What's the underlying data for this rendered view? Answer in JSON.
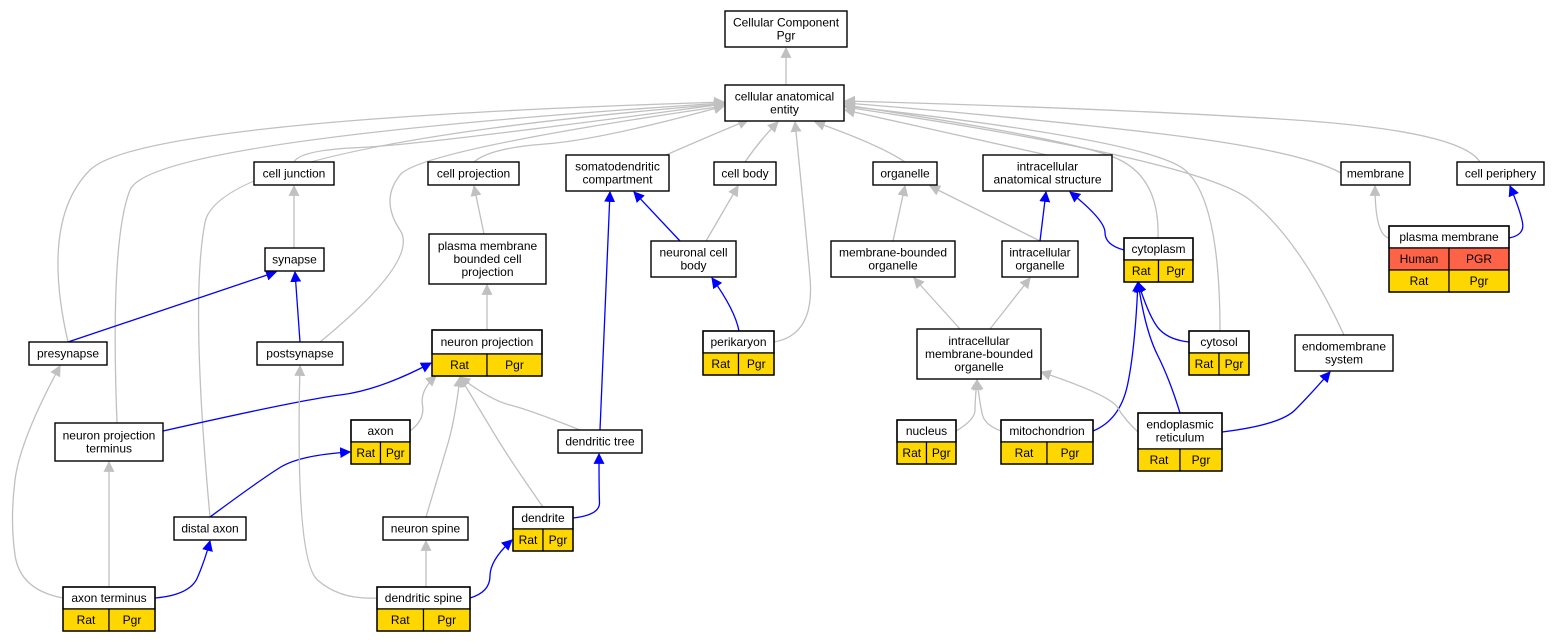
{
  "colors": {
    "gray_edge": "#c0c0c0",
    "blue_edge": "#0000ff",
    "rat": "#ffd700",
    "human": "#ff6347",
    "node_border": "#000000",
    "node_fill": "#ffffff"
  },
  "nodes": {
    "cc_root": {
      "lines": [
        "Cellular Component",
        "Pgr"
      ]
    },
    "cae": {
      "lines": [
        "cellular anatomical",
        "entity"
      ]
    },
    "cell_junction": {
      "lines": [
        "cell junction"
      ]
    },
    "cell_projection": {
      "lines": [
        "cell projection"
      ]
    },
    "somatodendritic": {
      "lines": [
        "somatodendritic",
        "compartment"
      ]
    },
    "cell_body": {
      "lines": [
        "cell body"
      ]
    },
    "organelle": {
      "lines": [
        "organelle"
      ]
    },
    "ias": {
      "lines": [
        "intracellular",
        "anatomical structure"
      ]
    },
    "membrane": {
      "lines": [
        "membrane"
      ]
    },
    "cell_periphery": {
      "lines": [
        "cell periphery"
      ]
    },
    "synapse": {
      "lines": [
        "synapse"
      ]
    },
    "pmbcp": {
      "lines": [
        "plasma membrane",
        "bounded cell",
        "projection"
      ]
    },
    "neuronal_cell_body": {
      "lines": [
        "neuronal cell",
        "body"
      ]
    },
    "mbo": {
      "lines": [
        "membrane-bounded",
        "organelle"
      ]
    },
    "intra_organelle": {
      "lines": [
        "intracellular",
        "organelle"
      ]
    },
    "cytoplasm": {
      "lines": [
        "cytoplasm"
      ],
      "annot": [
        [
          "Rat",
          "Pgr"
        ]
      ]
    },
    "plasma_membrane": {
      "lines": [
        "plasma membrane"
      ],
      "annot": [
        [
          "Human",
          "PGR"
        ],
        [
          "Rat",
          "Pgr"
        ]
      ]
    },
    "presynapse": {
      "lines": [
        "presynapse"
      ]
    },
    "postsynapse": {
      "lines": [
        "postsynapse"
      ]
    },
    "neuron_projection": {
      "lines": [
        "neuron projection"
      ],
      "annot": [
        [
          "Rat",
          "Pgr"
        ]
      ]
    },
    "perikaryon": {
      "lines": [
        "perikaryon"
      ],
      "annot": [
        [
          "Rat",
          "Pgr"
        ]
      ]
    },
    "imbo": {
      "lines": [
        "intracellular",
        "membrane-bounded",
        "organelle"
      ]
    },
    "cytosol": {
      "lines": [
        "cytosol"
      ],
      "annot": [
        [
          "Rat",
          "Pgr"
        ]
      ]
    },
    "endomembrane": {
      "lines": [
        "endomembrane",
        "system"
      ]
    },
    "npt": {
      "lines": [
        "neuron projection",
        "terminus"
      ]
    },
    "axon": {
      "lines": [
        "axon"
      ],
      "annot": [
        [
          "Rat",
          "Pgr"
        ]
      ]
    },
    "dendritic_tree": {
      "lines": [
        "dendritic tree"
      ]
    },
    "nucleus": {
      "lines": [
        "nucleus"
      ],
      "annot": [
        [
          "Rat",
          "Pgr"
        ]
      ]
    },
    "mitochondrion": {
      "lines": [
        "mitochondrion"
      ],
      "annot": [
        [
          "Rat",
          "Pgr"
        ]
      ]
    },
    "er": {
      "lines": [
        "endoplasmic",
        "reticulum"
      ],
      "annot": [
        [
          "Rat",
          "Pgr"
        ]
      ]
    },
    "distal_axon": {
      "lines": [
        "distal axon"
      ]
    },
    "neuron_spine": {
      "lines": [
        "neuron spine"
      ]
    },
    "dendrite": {
      "lines": [
        "dendrite"
      ],
      "annot": [
        [
          "Rat",
          "Pgr"
        ]
      ]
    },
    "axon_terminus": {
      "lines": [
        "axon terminus"
      ],
      "annot": [
        [
          "Rat",
          "Pgr"
        ]
      ]
    },
    "dendritic_spine": {
      "lines": [
        "dendritic spine"
      ],
      "annot": [
        [
          "Rat",
          "Pgr"
        ]
      ]
    }
  },
  "edges": [
    {
      "from": "cae",
      "to": "cc_root",
      "color": "gray"
    },
    {
      "from": "cell_junction",
      "to": "cae",
      "color": "gray"
    },
    {
      "from": "cell_projection",
      "to": "cae",
      "color": "gray"
    },
    {
      "from": "somatodendritic",
      "to": "cae",
      "color": "gray"
    },
    {
      "from": "cell_body",
      "to": "cae",
      "color": "gray"
    },
    {
      "from": "organelle",
      "to": "cae",
      "color": "gray"
    },
    {
      "from": "ias",
      "to": "cae",
      "color": "gray"
    },
    {
      "from": "membrane",
      "to": "cae",
      "color": "gray"
    },
    {
      "from": "cell_periphery",
      "to": "cae",
      "color": "gray"
    },
    {
      "from": "presynapse",
      "to": "cae",
      "color": "gray"
    },
    {
      "from": "npt",
      "to": "cae",
      "color": "gray"
    },
    {
      "from": "distal_axon",
      "to": "cae",
      "color": "gray"
    },
    {
      "from": "postsynapse",
      "to": "cae",
      "color": "gray"
    },
    {
      "from": "perikaryon",
      "to": "cae",
      "color": "gray"
    },
    {
      "from": "cytoplasm",
      "to": "cae",
      "color": "gray"
    },
    {
      "from": "cytosol",
      "to": "cae",
      "color": "gray"
    },
    {
      "from": "endomembrane",
      "to": "cae",
      "color": "gray"
    },
    {
      "from": "synapse",
      "to": "cell_junction",
      "color": "gray"
    },
    {
      "from": "pmbcp",
      "to": "cell_projection",
      "color": "gray"
    },
    {
      "from": "neuron_projection",
      "to": "pmbcp",
      "color": "gray"
    },
    {
      "from": "neuronal_cell_body",
      "to": "somatodendritic",
      "color": "blue"
    },
    {
      "from": "neuronal_cell_body",
      "to": "cell_body",
      "color": "gray"
    },
    {
      "from": "dendritic_tree",
      "to": "somatodendritic",
      "color": "blue"
    },
    {
      "from": "perikaryon",
      "to": "neuronal_cell_body",
      "color": "blue"
    },
    {
      "from": "presynapse",
      "to": "synapse",
      "color": "blue"
    },
    {
      "from": "postsynapse",
      "to": "synapse",
      "color": "blue"
    },
    {
      "from": "mbo",
      "to": "organelle",
      "color": "gray"
    },
    {
      "from": "intra_organelle",
      "to": "organelle",
      "color": "gray"
    },
    {
      "from": "intra_organelle",
      "to": "ias",
      "color": "blue"
    },
    {
      "from": "cytoplasm",
      "to": "ias",
      "color": "blue"
    },
    {
      "from": "plasma_membrane",
      "to": "membrane",
      "color": "gray"
    },
    {
      "from": "plasma_membrane",
      "to": "cell_periphery",
      "color": "blue"
    },
    {
      "from": "imbo",
      "to": "mbo",
      "color": "gray"
    },
    {
      "from": "imbo",
      "to": "intra_organelle",
      "color": "gray"
    },
    {
      "from": "npt",
      "to": "neuron_projection",
      "color": "blue"
    },
    {
      "from": "axon",
      "to": "neuron_projection",
      "color": "gray"
    },
    {
      "from": "dendritic_tree",
      "to": "neuron_projection",
      "color": "gray"
    },
    {
      "from": "neuron_spine",
      "to": "neuron_projection",
      "color": "gray"
    },
    {
      "from": "dendrite",
      "to": "neuron_projection",
      "color": "gray"
    },
    {
      "from": "dendrite",
      "to": "dendritic_tree",
      "color": "blue"
    },
    {
      "from": "cytosol",
      "to": "cytoplasm",
      "color": "blue"
    },
    {
      "from": "mitochondrion",
      "to": "cytoplasm",
      "color": "blue"
    },
    {
      "from": "er",
      "to": "cytoplasm",
      "color": "blue"
    },
    {
      "from": "er",
      "to": "endomembrane",
      "color": "blue"
    },
    {
      "from": "nucleus",
      "to": "imbo",
      "color": "gray"
    },
    {
      "from": "mitochondrion",
      "to": "imbo",
      "color": "gray"
    },
    {
      "from": "er",
      "to": "imbo",
      "color": "gray"
    },
    {
      "from": "distal_axon",
      "to": "axon",
      "color": "blue"
    },
    {
      "from": "axon_terminus",
      "to": "npt",
      "color": "gray"
    },
    {
      "from": "axon_terminus",
      "to": "presynapse",
      "color": "gray"
    },
    {
      "from": "axon_terminus",
      "to": "distal_axon",
      "color": "blue"
    },
    {
      "from": "dendritic_spine",
      "to": "neuron_spine",
      "color": "gray"
    },
    {
      "from": "dendritic_spine",
      "to": "postsynapse",
      "color": "gray"
    },
    {
      "from": "dendritic_spine",
      "to": "dendrite",
      "color": "blue"
    }
  ]
}
